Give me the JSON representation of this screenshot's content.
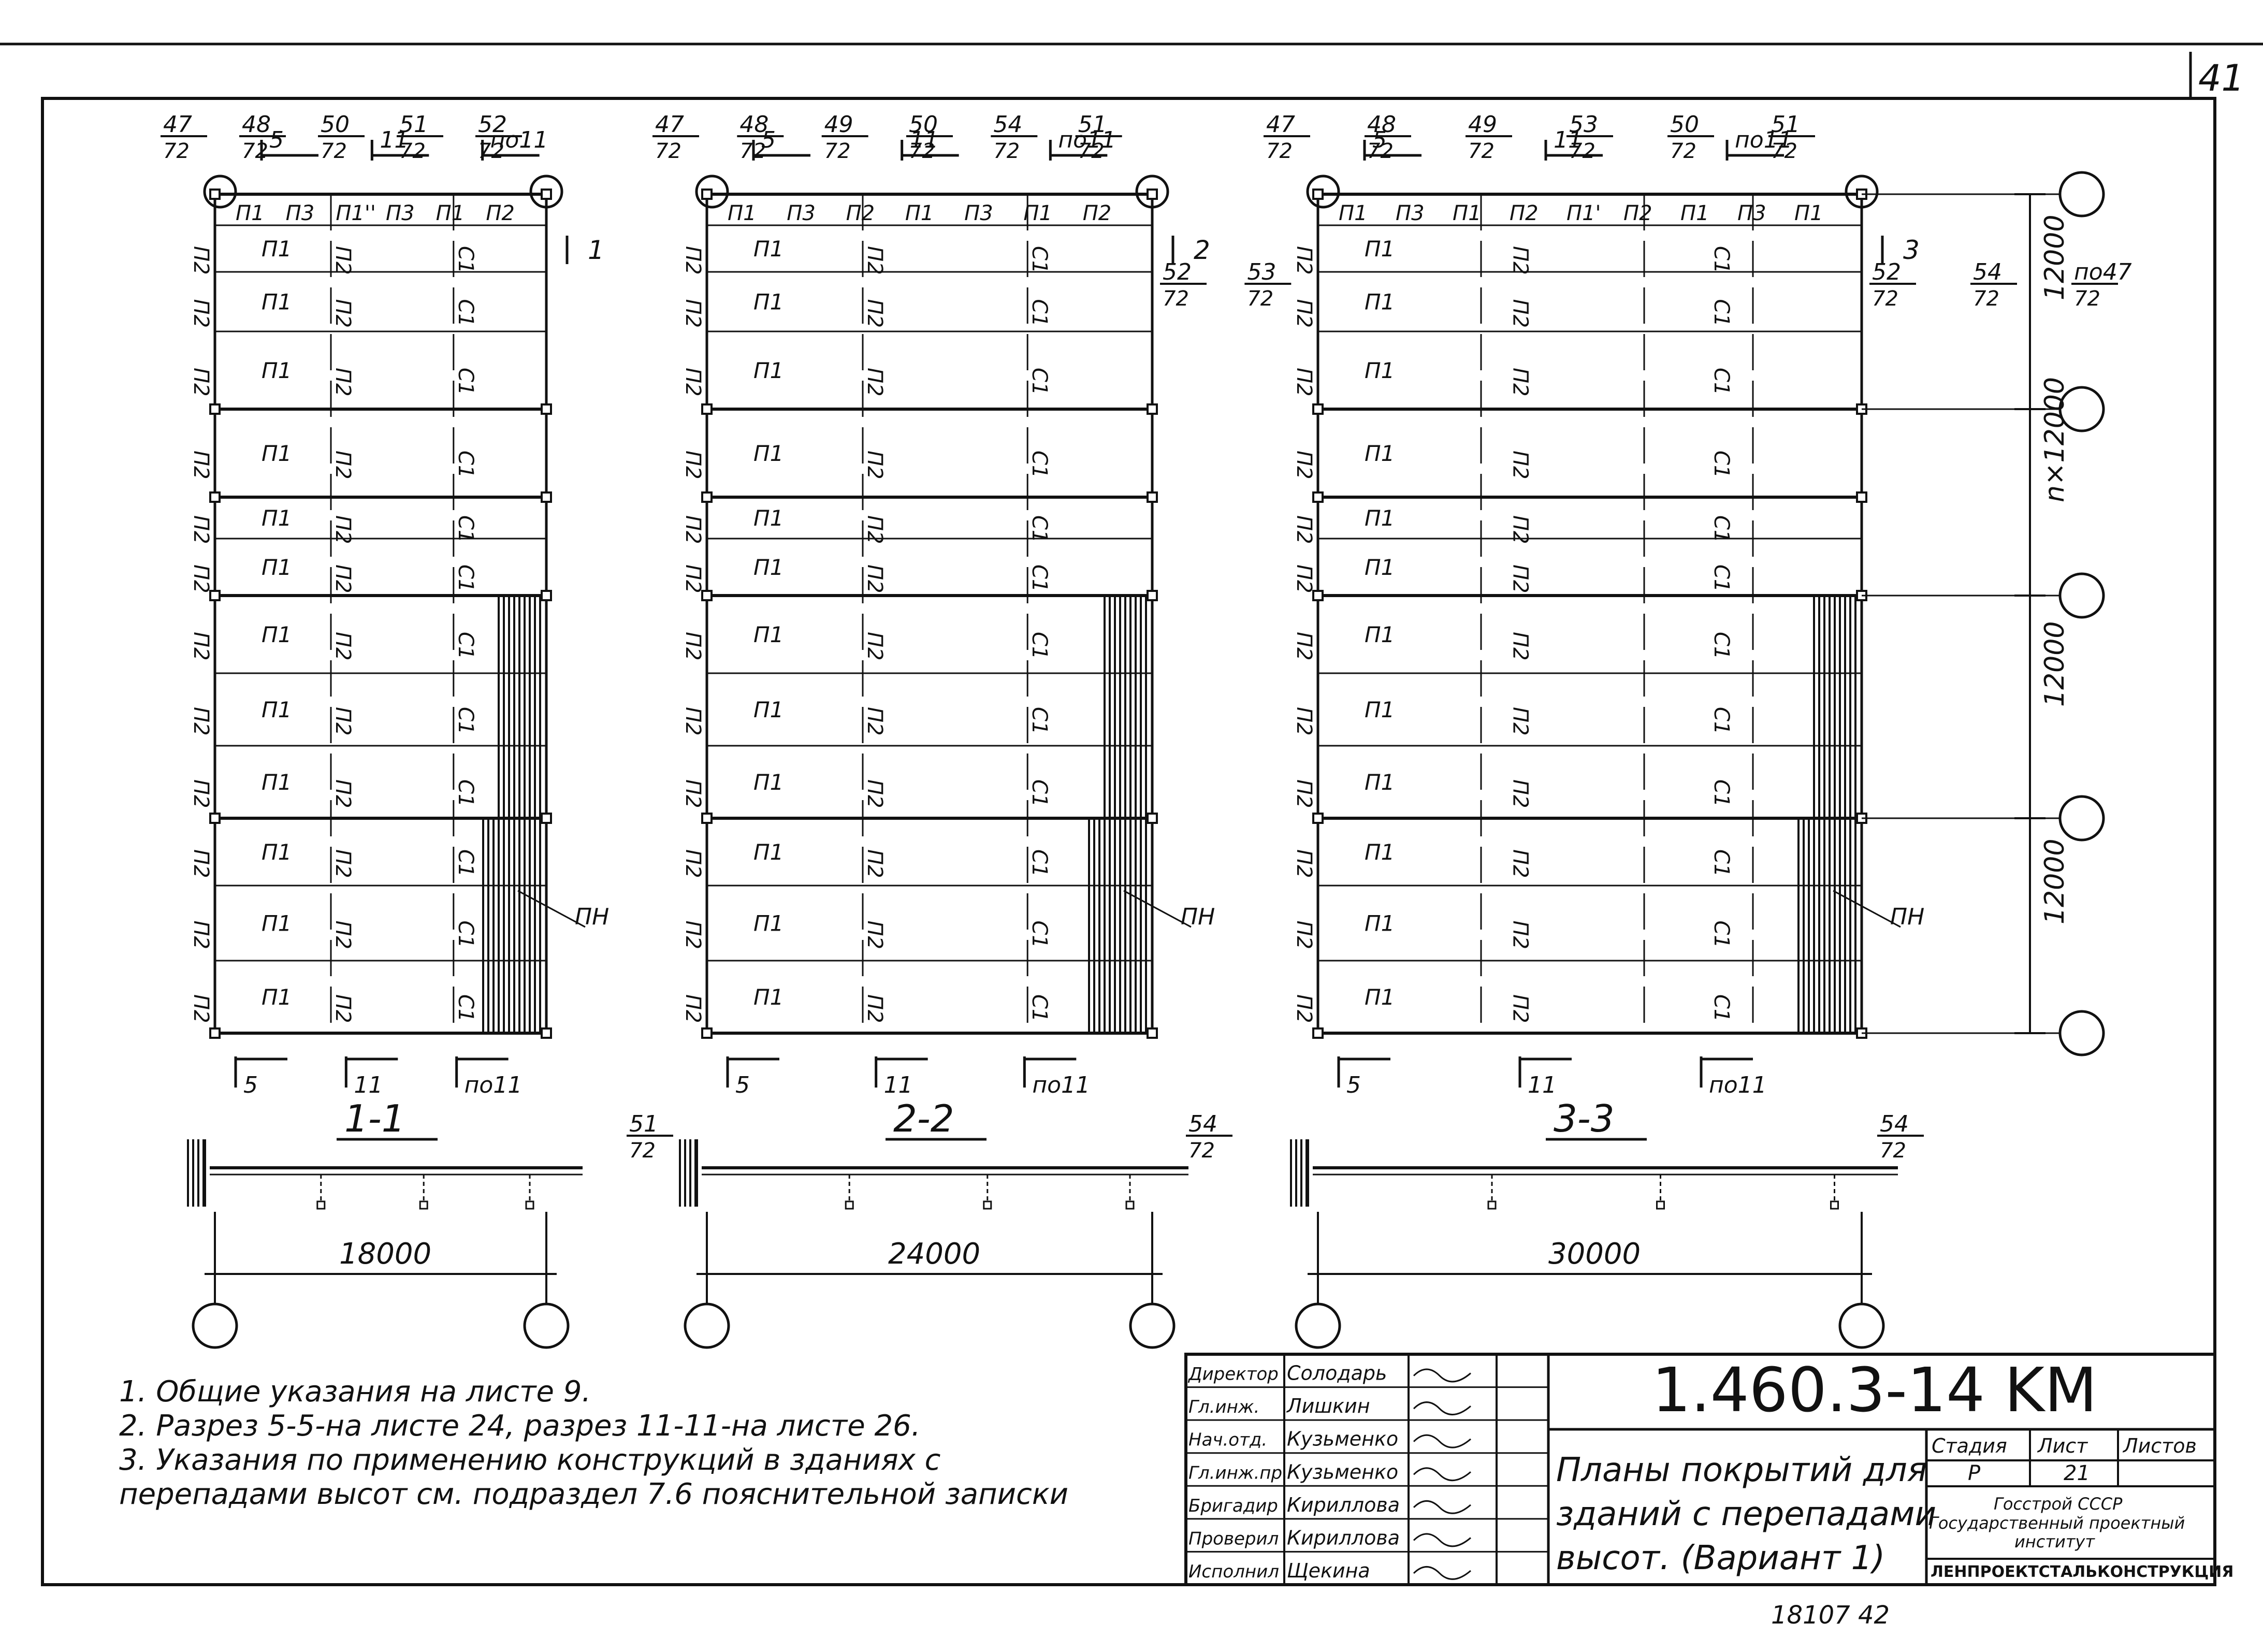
{
  "sheet_page_number": "41",
  "bottom_stamp_text": "18107 42",
  "document_code": "1.460.3-14 KM",
  "title_lines": [
    "Планы покрытий для",
    "зданий с перепадами",
    "высот. (Вариант 1)"
  ],
  "stage_table": {
    "headers": [
      "Стадия",
      "Лист",
      "Листов"
    ],
    "values": [
      "Р",
      "21",
      ""
    ]
  },
  "organization_lines": [
    "Госстрой СССР",
    "Государственный проектный",
    "институт",
    "ЛЕНПРОЕКТСТАЛЬКОНСТРУКЦИЯ"
  ],
  "signatures": [
    {
      "role": "Директор",
      "name": "Солодарь"
    },
    {
      "role": "Гл.инж.",
      "name": "Лишкин"
    },
    {
      "role": "Нач.отд.",
      "name": "Кузьменко"
    },
    {
      "role": "Гл.инж.пр.",
      "name": "Кузьменко"
    },
    {
      "role": "Бригадир",
      "name": "Кириллова"
    },
    {
      "role": "Проверил",
      "name": "Кириллова"
    },
    {
      "role": "Исполнил",
      "name": "Щекина"
    }
  ],
  "notes": [
    "1. Общие указания на листе 9.",
    "2. Разрез 5-5-на листе 24, разрез 11-11-на листе 26.",
    "3. Указания по применению конструкций в зданиях с",
    "   перепадами высот см. подраздел 7.6 пояснительной записки"
  ],
  "plans": [
    {
      "section_title": "1-1",
      "span": "18000",
      "column_labels": [
        "П2",
        "П1",
        "П2",
        "С1"
      ],
      "first_row_labels": [
        "П1",
        "П3",
        "П1''",
        "П3",
        "П1",
        "П2"
      ],
      "section_marks": [
        "5",
        "11",
        "по11"
      ],
      "edge_label": "ПН",
      "callouts": [
        {
          "num": "47",
          "den": "72"
        },
        {
          "num": "48",
          "den": "72"
        },
        {
          "num": "50",
          "den": "72"
        },
        {
          "num": "51",
          "den": "72"
        },
        {
          "num": "52",
          "den": "72"
        }
      ],
      "top_marks": [
        "5",
        "11",
        "по11"
      ],
      "cut_mark": "1"
    },
    {
      "section_title": "2-2",
      "span": "24000",
      "column_labels": [
        "П2",
        "П1",
        "П2",
        "С1"
      ],
      "first_row_labels": [
        "П1",
        "П3",
        "П2",
        "П1",
        "П3",
        "П1",
        "П2"
      ],
      "section_marks": [
        "5",
        "11",
        "по11"
      ],
      "edge_label": "ПН",
      "callouts": [
        {
          "num": "47",
          "den": "72"
        },
        {
          "num": "48",
          "den": "72"
        },
        {
          "num": "49",
          "den": "72"
        },
        {
          "num": "50",
          "den": "72"
        },
        {
          "num": "54",
          "den": "72"
        },
        {
          "num": "51",
          "den": "72"
        },
        {
          "num": "52",
          "den": "72"
        },
        {
          "num": "53",
          "den": "72"
        }
      ],
      "top_marks": [
        "5",
        "11",
        "по11"
      ],
      "cut_mark": "2"
    },
    {
      "section_title": "3-3",
      "span": "30000",
      "column_labels": [
        "П2",
        "П1",
        "П2",
        "С1",
        "С1"
      ],
      "first_row_labels": [
        "П1",
        "П3",
        "П1",
        "П2",
        "П1'",
        "П2",
        "П1",
        "П3",
        "П1"
      ],
      "section_marks": [
        "5",
        "11",
        "по11"
      ],
      "edge_label": "ПН",
      "callouts": [
        {
          "num": "47",
          "den": "72"
        },
        {
          "num": "48",
          "den": "72"
        },
        {
          "num": "49",
          "den": "72"
        },
        {
          "num": "53",
          "den": "72"
        },
        {
          "num": "50",
          "den": "72"
        },
        {
          "num": "51",
          "den": "72"
        },
        {
          "num": "52",
          "den": "72"
        },
        {
          "num": "54",
          "den": "72"
        },
        {
          "num": "по47",
          "den": "72"
        }
      ],
      "top_marks": [
        "5",
        "11",
        "по11"
      ],
      "cut_mark": "3"
    }
  ],
  "dimensions_right": [
    "12000",
    "n×12000",
    "12000",
    "12000"
  ],
  "section_callouts": [
    {
      "num": "51",
      "den": "72"
    },
    {
      "num": "54",
      "den": "72"
    },
    {
      "num": "54",
      "den": "72"
    }
  ]
}
